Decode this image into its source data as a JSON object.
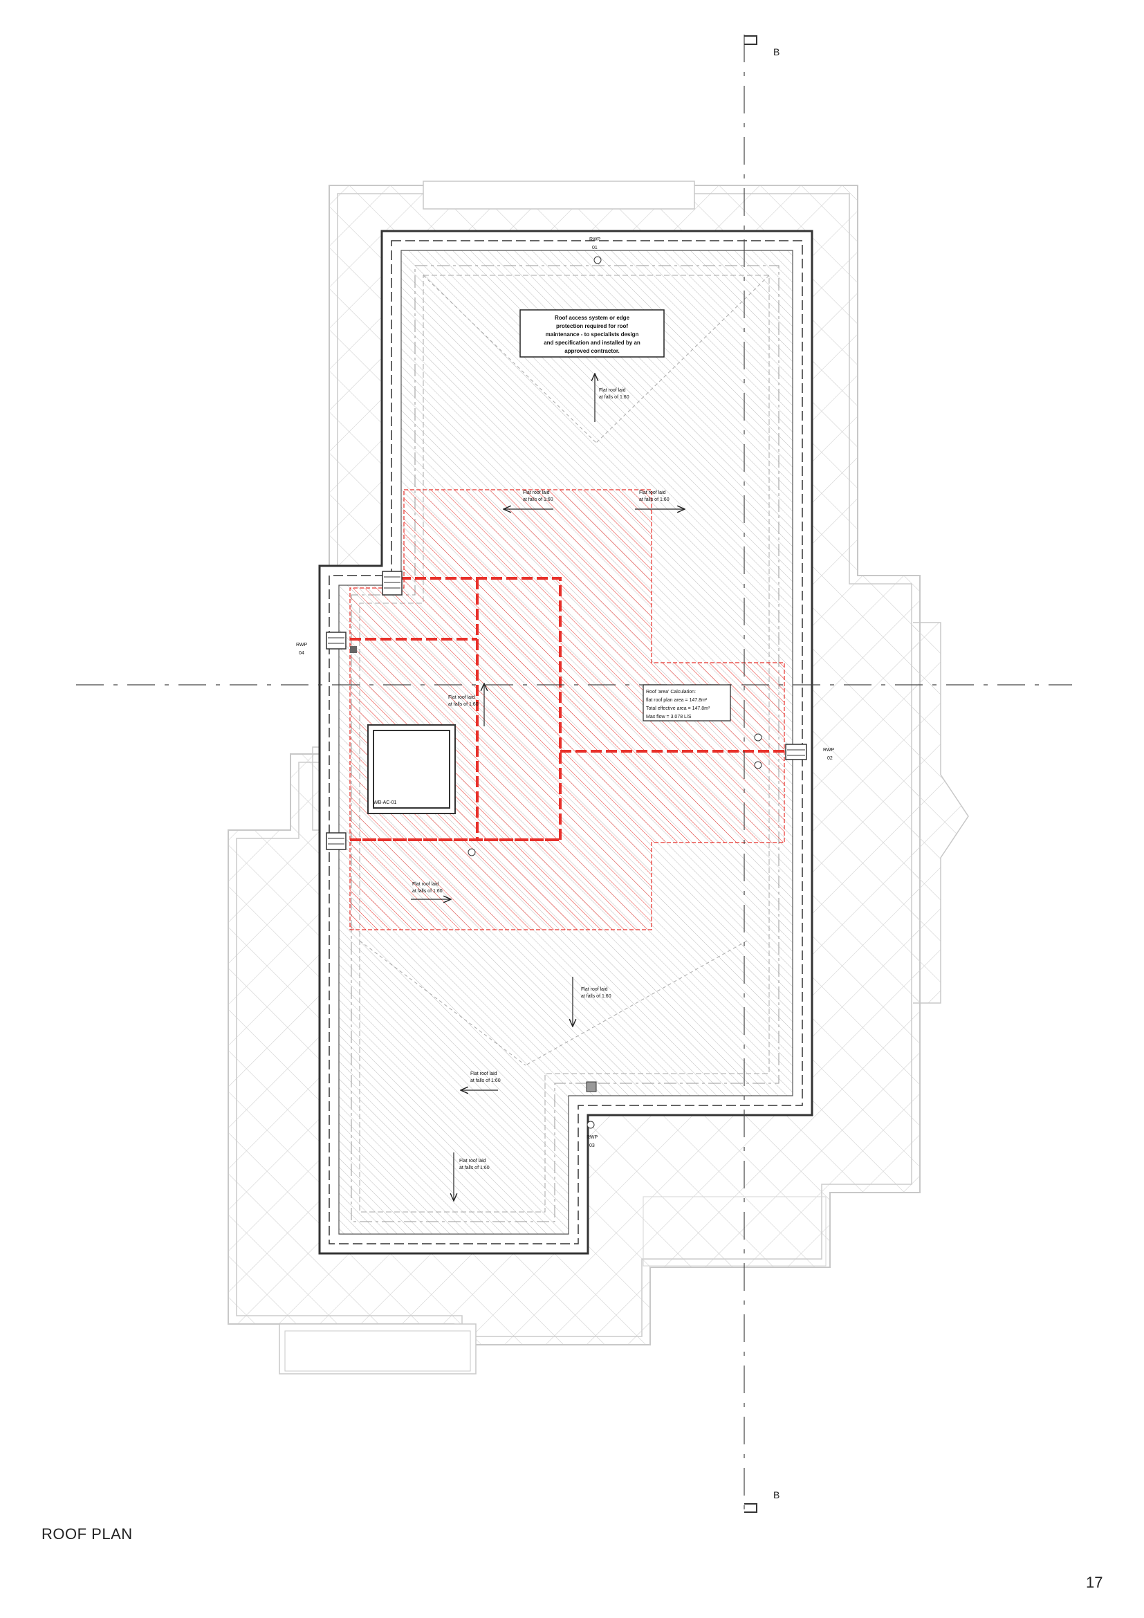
{
  "sheet": {
    "title": "ROOF PLAN",
    "page_number": "17"
  },
  "section_marks": {
    "top": "B",
    "bottom": "B"
  },
  "rwp": [
    {
      "line1": "RWP",
      "line2": "01"
    },
    {
      "line1": "RWP",
      "line2": "02"
    },
    {
      "line1": "RWP",
      "line2": "03"
    },
    {
      "line1": "RWP",
      "line2": "04"
    }
  ],
  "notes": {
    "roof_access": [
      "Roof access system or edge",
      "protection required for roof",
      "maintenance - to specialists design",
      "and specification and installed by an",
      "approved contractor."
    ],
    "calc": [
      "Roof 'area' Calculation:",
      "flat roof plan area = 147.8m²",
      "Total effective area = 147.8m²",
      "Max flow = 3.078 L/S"
    ]
  },
  "falls": [
    {
      "line1": "Flat roof laid",
      "line2": "at falls of 1:60"
    },
    {
      "line1": "Flat roof laid",
      "line2": "at falls of 1:60"
    },
    {
      "line1": "Flat roof laid",
      "line2": "at falls of 1:60"
    },
    {
      "line1": "Flat roof laid",
      "line2": "at falls of 1:60"
    },
    {
      "line1": "Flat roof laid",
      "line2": "at falls of 1:60"
    },
    {
      "line1": "Flat roof laid",
      "line2": "at falls of 1:60"
    },
    {
      "line1": "Flat roof laid",
      "line2": "at falls of 1:60"
    },
    {
      "line1": "Flat roof laid",
      "line2": "at falls of 1:60"
    }
  ],
  "rooflight_label": "WB-AC-01",
  "colors": {
    "line": "#333333",
    "light": "#c8c8c8",
    "red": "#e8302a",
    "hatch": "#bbbbbb"
  }
}
